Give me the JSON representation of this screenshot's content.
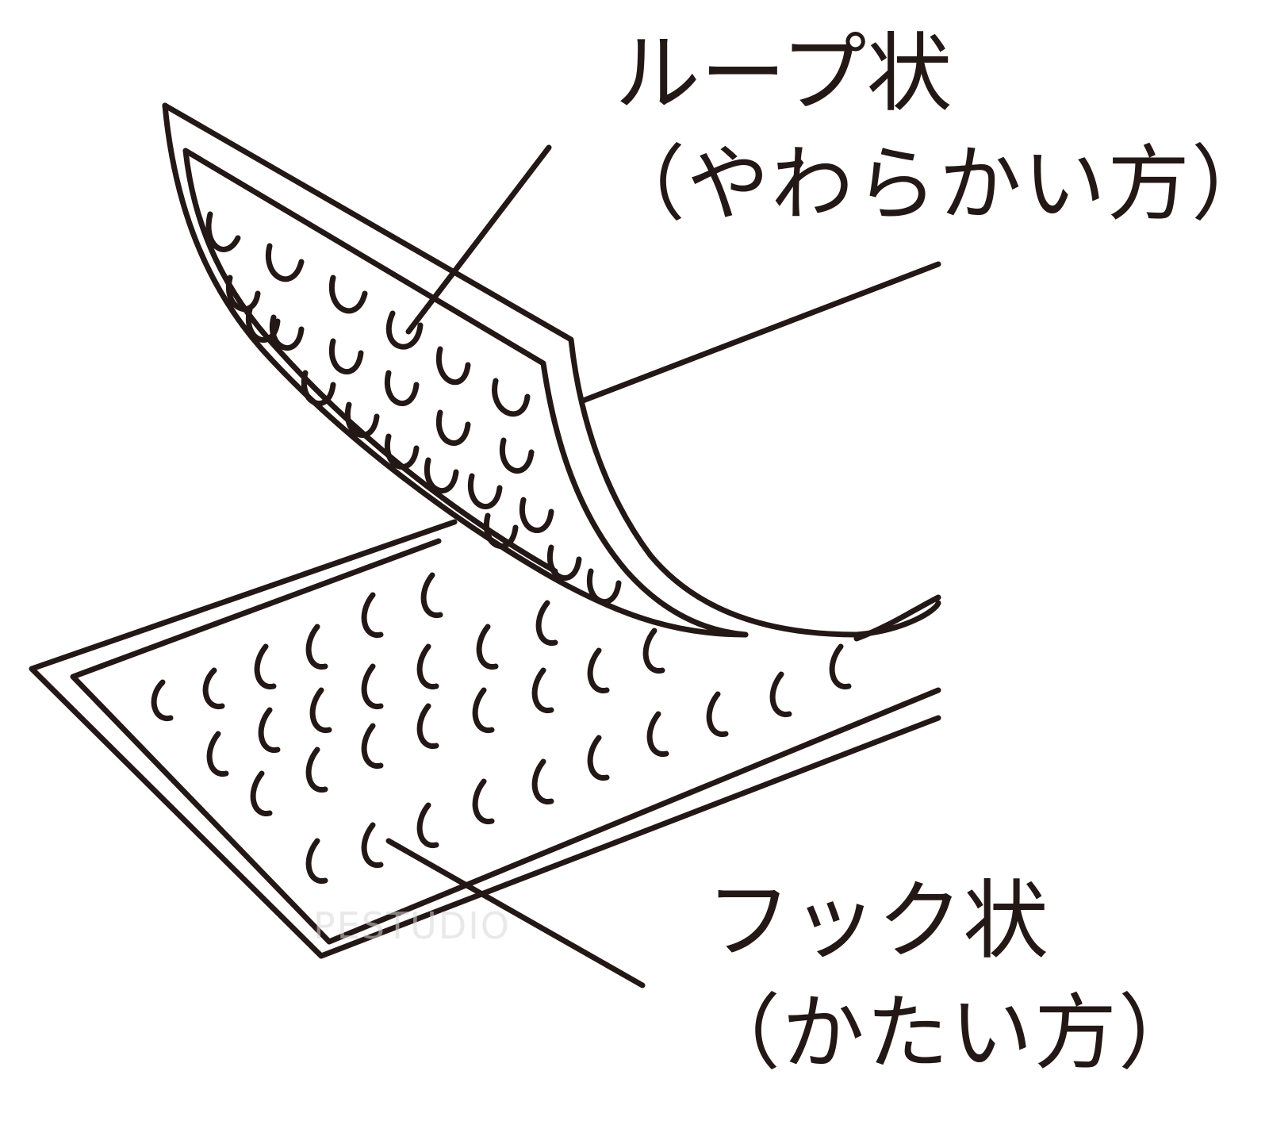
{
  "labels": {
    "loop_title": "ループ状",
    "loop_sub": "（やわらかい方）",
    "hook_title": "フック状",
    "hook_sub": "（かたい方）"
  },
  "watermark": "PESTUDIO",
  "colors": {
    "ink": "#231815",
    "background": "#ffffff",
    "watermark": "#d8d8d8"
  }
}
